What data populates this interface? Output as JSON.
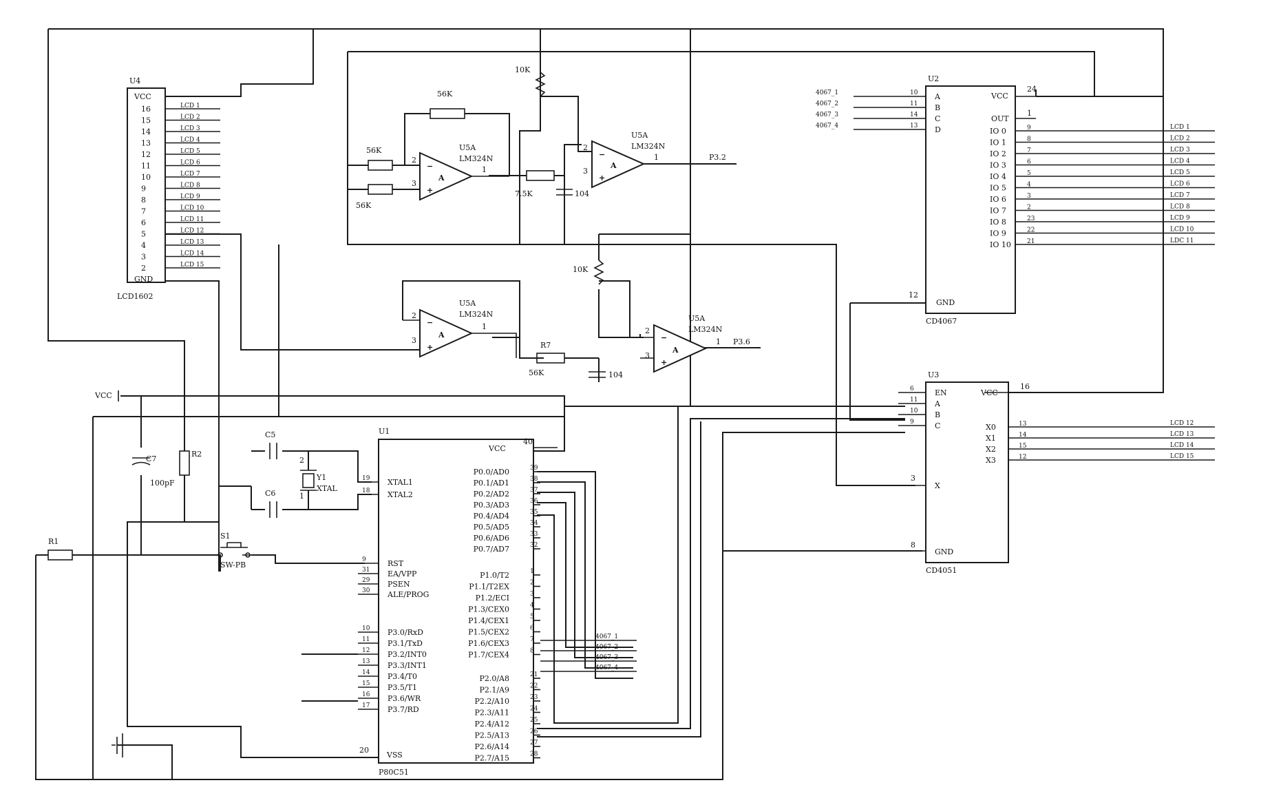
{
  "u4": {
    "ref": "U4",
    "part": "LCD1602",
    "vcc": "VCC",
    "gnd": "GND",
    "pins": [
      "16",
      "15",
      "14",
      "13",
      "12",
      "11",
      "10",
      "9",
      "8",
      "7",
      "6",
      "5",
      "4",
      "3",
      "2"
    ],
    "nets": [
      "LCD 1",
      "LCD 2",
      "LCD 3",
      "LCD 4",
      "LCD 5",
      "LCD 6",
      "LCD 7",
      "LCD 8",
      "LCD 9",
      "LCD 10",
      "LCD 11",
      "LCD 12",
      "LCD 13",
      "LCD 14",
      "LCD 15"
    ]
  },
  "u2": {
    "ref": "U2",
    "part": "CD4067",
    "left_pins": [
      {
        "num": "10",
        "name": "A"
      },
      {
        "num": "11",
        "name": "B"
      },
      {
        "num": "14",
        "name": "C"
      },
      {
        "num": "13",
        "name": "D"
      }
    ],
    "in_nets": [
      "4067_1",
      "4067_2",
      "4067_3",
      "4067_4"
    ],
    "vcc": "VCC",
    "vcc_pin": "24",
    "out": "OUT",
    "out_pin": "1",
    "gnd": "GND",
    "gnd_pin": "12",
    "io": [
      {
        "name": "IO 0",
        "num": "9",
        "net": "LCD 1"
      },
      {
        "name": "IO 1",
        "num": "8",
        "net": "LCD 2"
      },
      {
        "name": "IO 2",
        "num": "7",
        "net": "LCD 3"
      },
      {
        "name": "IO 3",
        "num": "6",
        "net": "LCD 4"
      },
      {
        "name": "IO 4",
        "num": "5",
        "net": "LCD 5"
      },
      {
        "name": "IO 5",
        "num": "4",
        "net": "LCD 6"
      },
      {
        "name": "IO 6",
        "num": "3",
        "net": "LCD 7"
      },
      {
        "name": "IO 7",
        "num": "2",
        "net": "LCD 8"
      },
      {
        "name": "IO 8",
        "num": "23",
        "net": "LCD 9"
      },
      {
        "name": "IO 9",
        "num": "22",
        "net": "LCD 10"
      },
      {
        "name": "IO 10",
        "num": "21",
        "net": "LDC 11"
      }
    ]
  },
  "u3": {
    "ref": "U3",
    "part": "CD4051",
    "left_pins": [
      {
        "num": "6",
        "name": "EN"
      },
      {
        "num": "11",
        "name": "A"
      },
      {
        "num": "10",
        "name": "B"
      },
      {
        "num": "9",
        "name": "C"
      }
    ],
    "vcc": "VCC",
    "vcc_pin": "16",
    "x": [
      {
        "name": "X0",
        "num": "13",
        "net": "LCD 12"
      },
      {
        "name": "X1",
        "num": "14",
        "net": "LCD 13"
      },
      {
        "name": "X2",
        "num": "15",
        "net": "LCD 14"
      },
      {
        "name": "X3",
        "num": "12",
        "net": "LCD 15"
      }
    ],
    "xpin": {
      "name": "X",
      "num": "3"
    },
    "gnd": "GND",
    "gnd_pin": "8"
  },
  "u1": {
    "ref": "U1",
    "part": "P80C51",
    "vcc": "VCC",
    "vcc_pin": "40",
    "vss": "VSS",
    "vss_pin": "20",
    "xtal": [
      {
        "num": "19",
        "name": "XTAL1"
      },
      {
        "num": "18",
        "name": "XTAL2"
      }
    ],
    "ctrl": [
      {
        "num": "9",
        "name": "RST"
      },
      {
        "num": "31",
        "name": "EA/VPP"
      },
      {
        "num": "29",
        "name": "PSEN"
      },
      {
        "num": "30",
        "name": "ALE/PROG"
      }
    ],
    "p3": [
      {
        "num": "10",
        "name": "P3.0/RxD"
      },
      {
        "num": "11",
        "name": "P3.1/TxD"
      },
      {
        "num": "12",
        "name": "P3.2/INT0"
      },
      {
        "num": "13",
        "name": "P3.3/INT1"
      },
      {
        "num": "14",
        "name": "P3.4/T0"
      },
      {
        "num": "15",
        "name": "P3.5/T1"
      },
      {
        "num": "16",
        "name": "P3.6/WR"
      },
      {
        "num": "17",
        "name": "P3.7/RD"
      }
    ],
    "p0": [
      {
        "num": "39",
        "name": "P0.0/AD0"
      },
      {
        "num": "38",
        "name": "P0.1/AD1"
      },
      {
        "num": "37",
        "name": "P0.2/AD2"
      },
      {
        "num": "36",
        "name": "P0.3/AD3"
      },
      {
        "num": "35",
        "name": "P0.4/AD4"
      },
      {
        "num": "34",
        "name": "P0.5/AD5"
      },
      {
        "num": "33",
        "name": "P0.6/AD6"
      },
      {
        "num": "32",
        "name": "P0.7/AD7"
      }
    ],
    "p1": [
      {
        "num": "1",
        "name": "P1.0/T2"
      },
      {
        "num": "2",
        "name": "P1.1/T2EX"
      },
      {
        "num": "3",
        "name": "P1.2/ECI"
      },
      {
        "num": "4",
        "name": "P1.3/CEX0"
      },
      {
        "num": "5",
        "name": "P1.4/CEX1"
      },
      {
        "num": "6",
        "name": "P1.5/CEX2"
      },
      {
        "num": "7",
        "name": "P1.6/CEX3"
      },
      {
        "num": "8",
        "name": "P1.7/CEX4"
      }
    ],
    "p2": [
      {
        "num": "21",
        "name": "P2.0/A8"
      },
      {
        "num": "22",
        "name": "P2.1/A9"
      },
      {
        "num": "23",
        "name": "P2.2/A10"
      },
      {
        "num": "24",
        "name": "P2.3/A11"
      },
      {
        "num": "25",
        "name": "P2.4/A12"
      },
      {
        "num": "26",
        "name": "P2.5/A13"
      },
      {
        "num": "27",
        "name": "P2.6/A14"
      },
      {
        "num": "28",
        "name": "P2.7/A15"
      }
    ],
    "p1_nets": [
      "4067_1",
      "4067_2",
      "4067_3",
      "4067_4"
    ]
  },
  "opamps": {
    "ref": "U5A",
    "part": "LM324N",
    "pin_minus": "2",
    "pin_plus": "3",
    "pin_out": "1"
  },
  "components": {
    "r_10k_top": "10K",
    "r_56k_fb": "56K",
    "r_56k_a": "56K",
    "r_56k_b": "56K",
    "r_75k": "7.5K",
    "c_104_a": "104",
    "net_p32": "P3.2",
    "r_10k_bot": "10K",
    "r_r7": "R7",
    "r_r7_val": "56K",
    "c_104_b": "104",
    "net_p36": "P3.6",
    "vcc": "VCC",
    "c7": "C7",
    "c7_val": "100pF",
    "r2": "R2",
    "r1": "R1",
    "c5": "C5",
    "c6": "C6",
    "y1": "Y1",
    "y1_val": "XTAL",
    "y1_pin1": "1",
    "y1_pin2": "2",
    "s1": "S1",
    "s1_val": "SW-PB"
  }
}
